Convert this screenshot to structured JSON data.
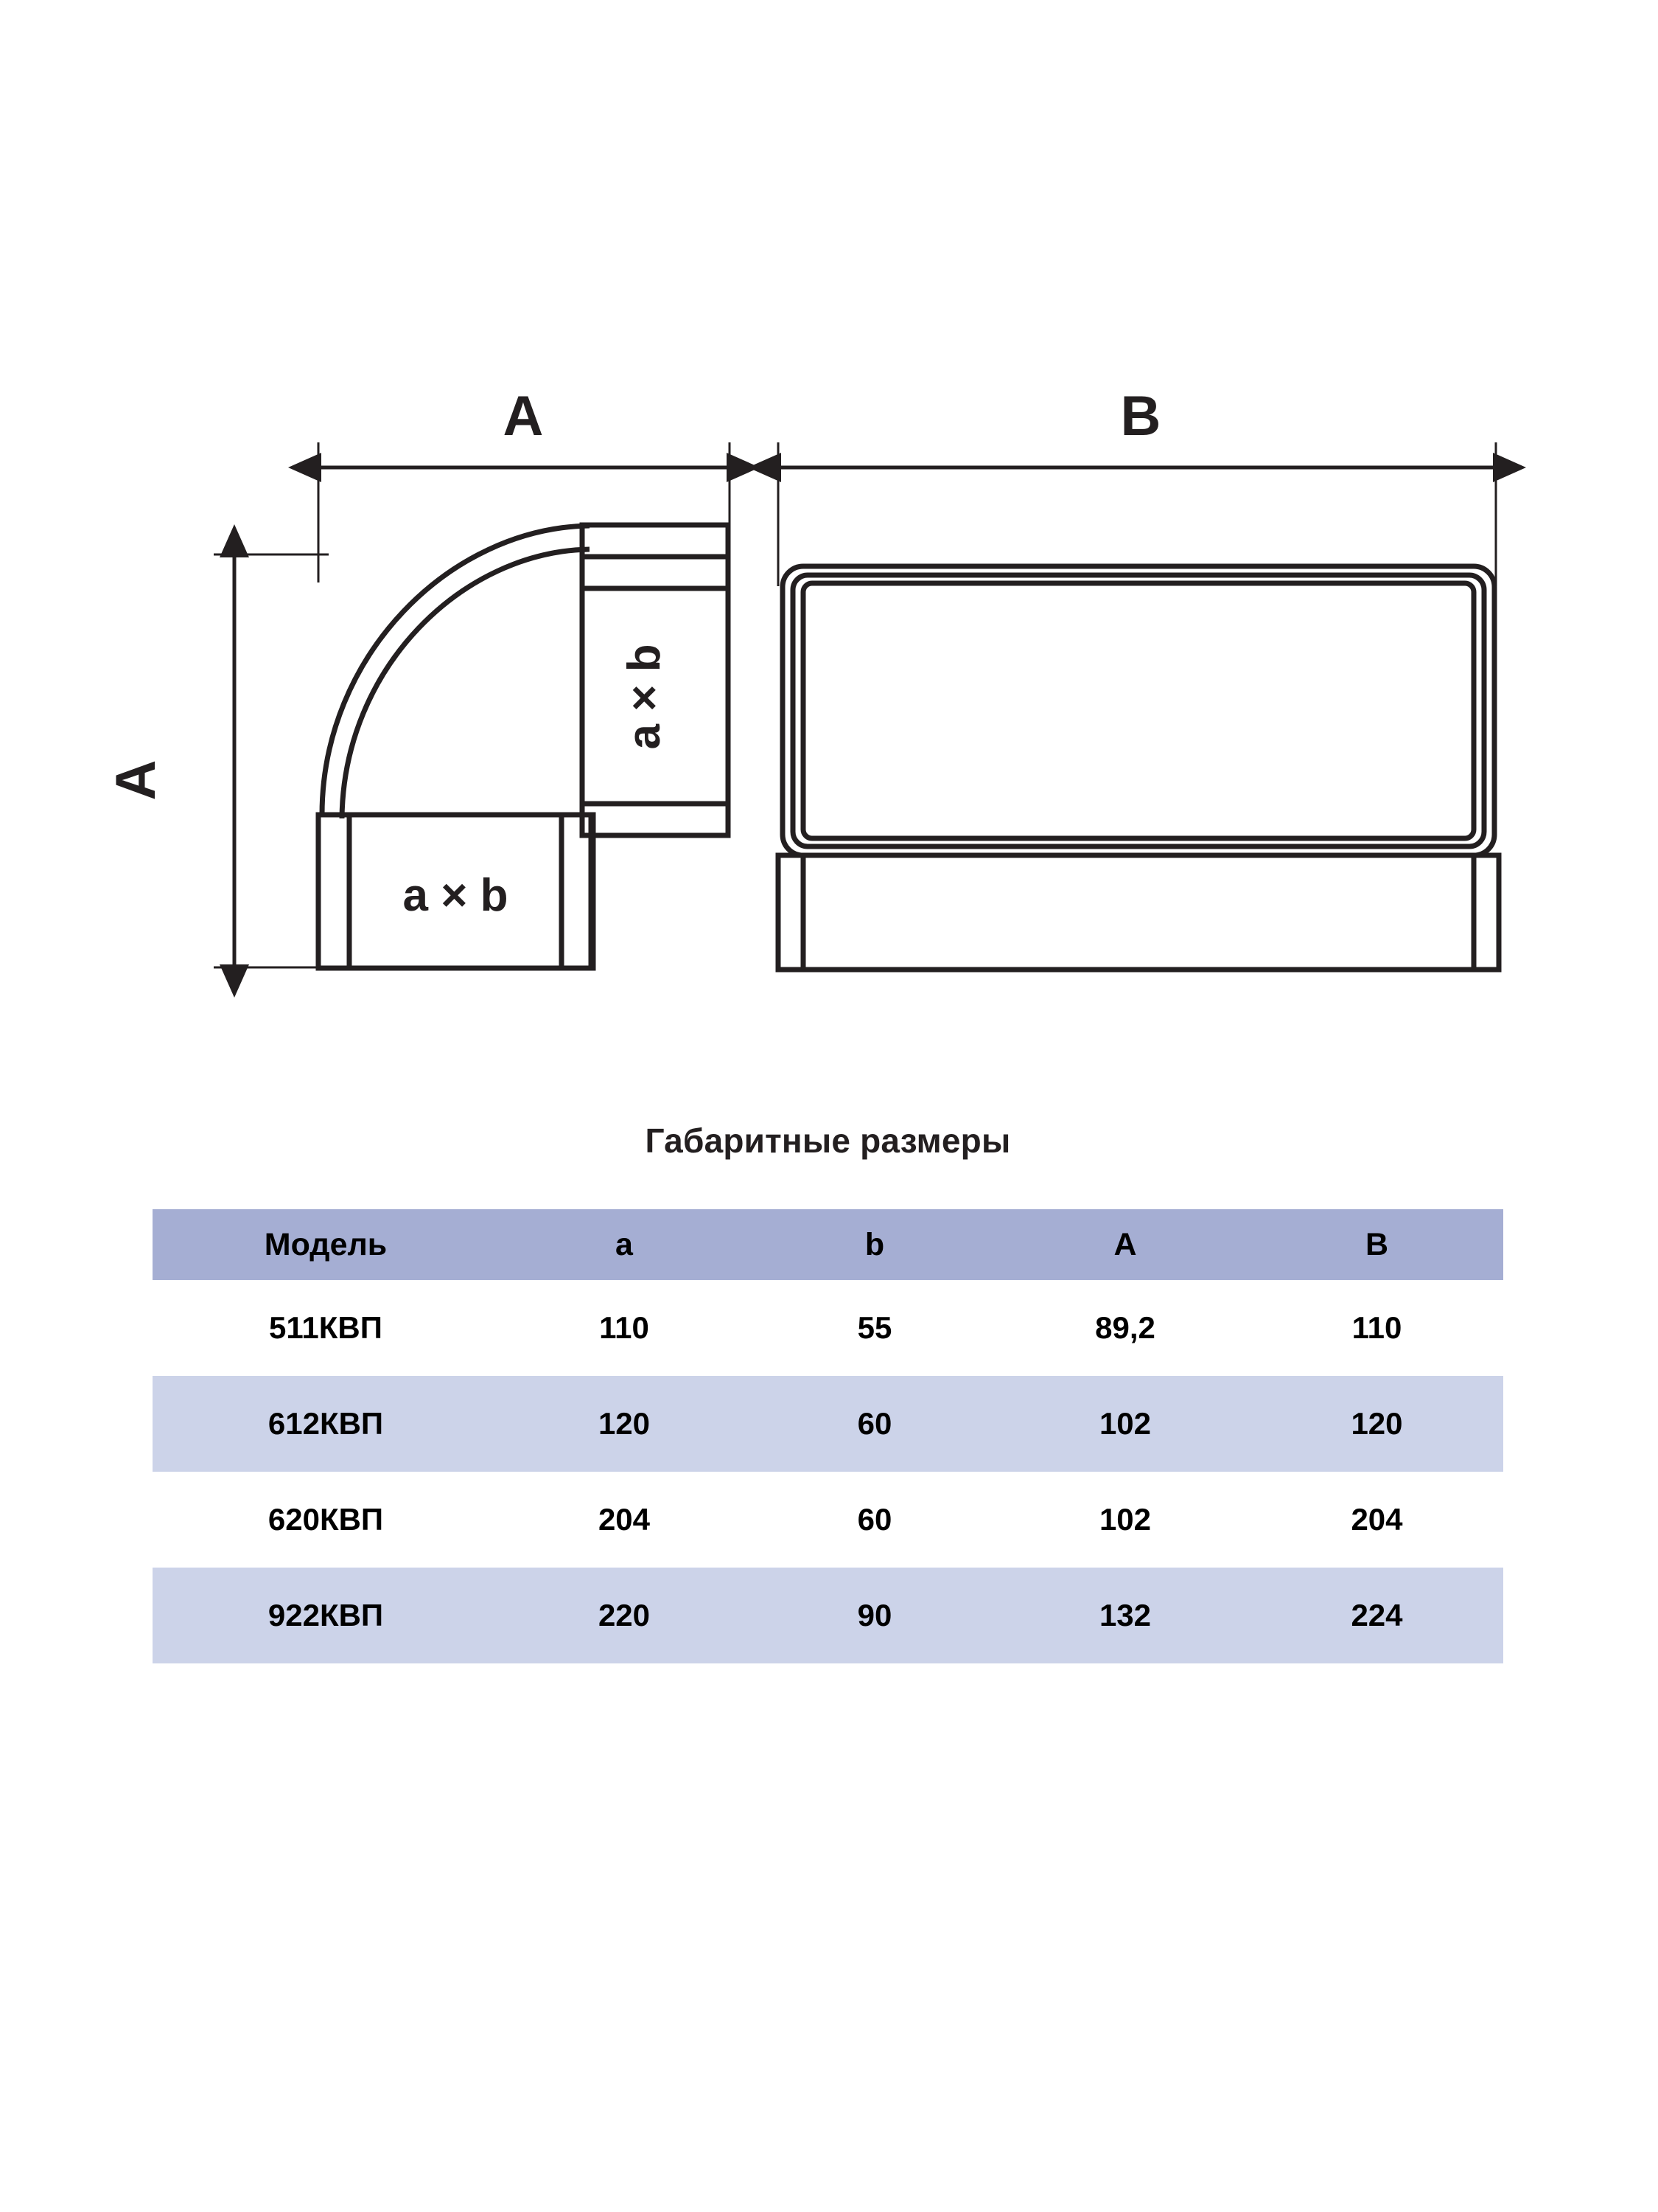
{
  "drawing": {
    "left_view": {
      "dim_top_label": "A",
      "dim_left_label": "A",
      "port_horizontal_label": "a × b",
      "port_vertical_label": "a × b"
    },
    "right_view": {
      "dim_top_label": "B"
    }
  },
  "table": {
    "title": "Габаритные размеры",
    "columns": [
      "Модель",
      "a",
      "b",
      "A",
      "B"
    ],
    "rows": [
      {
        "model": "511КВП",
        "a": "110",
        "b": "55",
        "A": "89,2",
        "B": "110"
      },
      {
        "model": "612КВП",
        "a": "120",
        "b": "60",
        "A": "102",
        "B": "120"
      },
      {
        "model": "620КВП",
        "a": "204",
        "b": "60",
        "A": "102",
        "B": "204"
      },
      {
        "model": "922КВП",
        "a": "220",
        "b": "90",
        "A": "132",
        "B": "224"
      }
    ]
  },
  "colors": {
    "header_bg": "#a5aed3",
    "row_shaded_bg": "#ccd3e9",
    "row_plain_bg": "#ffffff",
    "line": "#231f20",
    "page_bg": "#ffffff"
  }
}
